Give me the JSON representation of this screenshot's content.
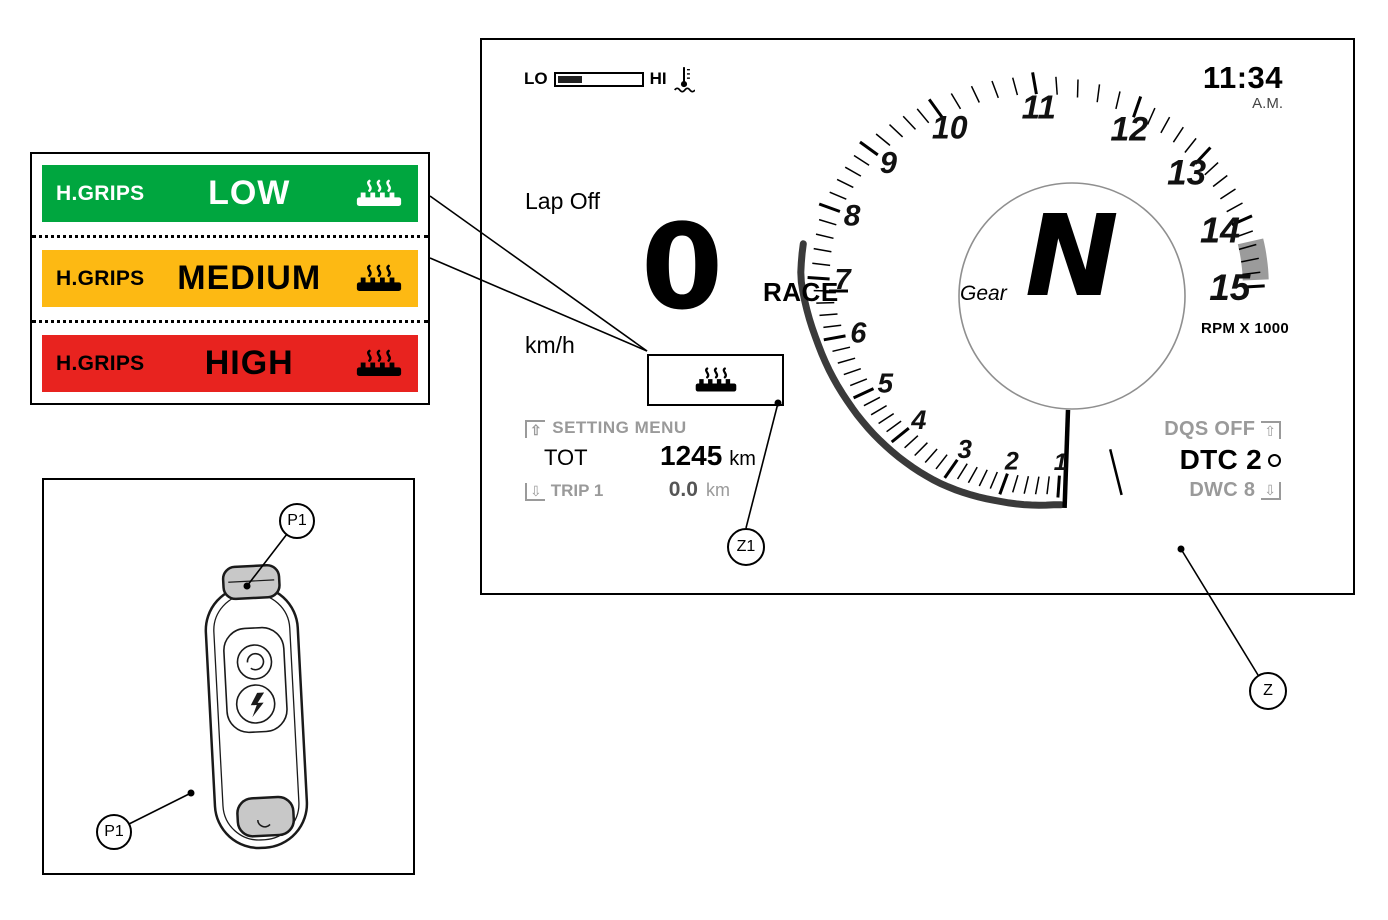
{
  "figure": {
    "callout_z1": "Z1",
    "callout_z": "Z",
    "callout_p1_top": "P1",
    "callout_p1_bottom": "P1"
  },
  "hgrips_panel": {
    "levels": [
      {
        "label": "H.GRIPS",
        "value": "LOW",
        "color": "#00a63f",
        "text_color": "#ffffff"
      },
      {
        "label": "H.GRIPS",
        "value": "MEDIUM",
        "color": "#fdb913",
        "text_color": "#000000"
      },
      {
        "label": "H.GRIPS",
        "value": "HIGH",
        "color": "#e8231f",
        "text_color": "#000000"
      }
    ]
  },
  "dashboard": {
    "coolant": {
      "low": "LO",
      "high": "HI",
      "level_percent": 28
    },
    "clock": {
      "time": "11:34",
      "meridiem": "A.M."
    },
    "lap_status": "Lap Off",
    "speed": {
      "value": "0",
      "unit": "km/h"
    },
    "riding_mode": "RACE",
    "gear": {
      "label": "Gear",
      "value": "N"
    },
    "tachometer": {
      "labels": [
        "1",
        "2",
        "3",
        "4",
        "5",
        "6",
        "7",
        "8",
        "9",
        "10",
        "11",
        "12",
        "13",
        "14",
        "15"
      ],
      "unit": "RPM X 1000"
    },
    "info_left": {
      "menu_hint": "SETTING MENU",
      "odo_label": "TOT",
      "odo_value": "1245",
      "odo_unit": "km",
      "trip_label": "TRIP 1",
      "trip_value": "0.0",
      "trip_unit": "km"
    },
    "electronics": {
      "dqs": "DQS OFF",
      "dtc": "DTC 2",
      "dwc": "DWC 8"
    }
  }
}
